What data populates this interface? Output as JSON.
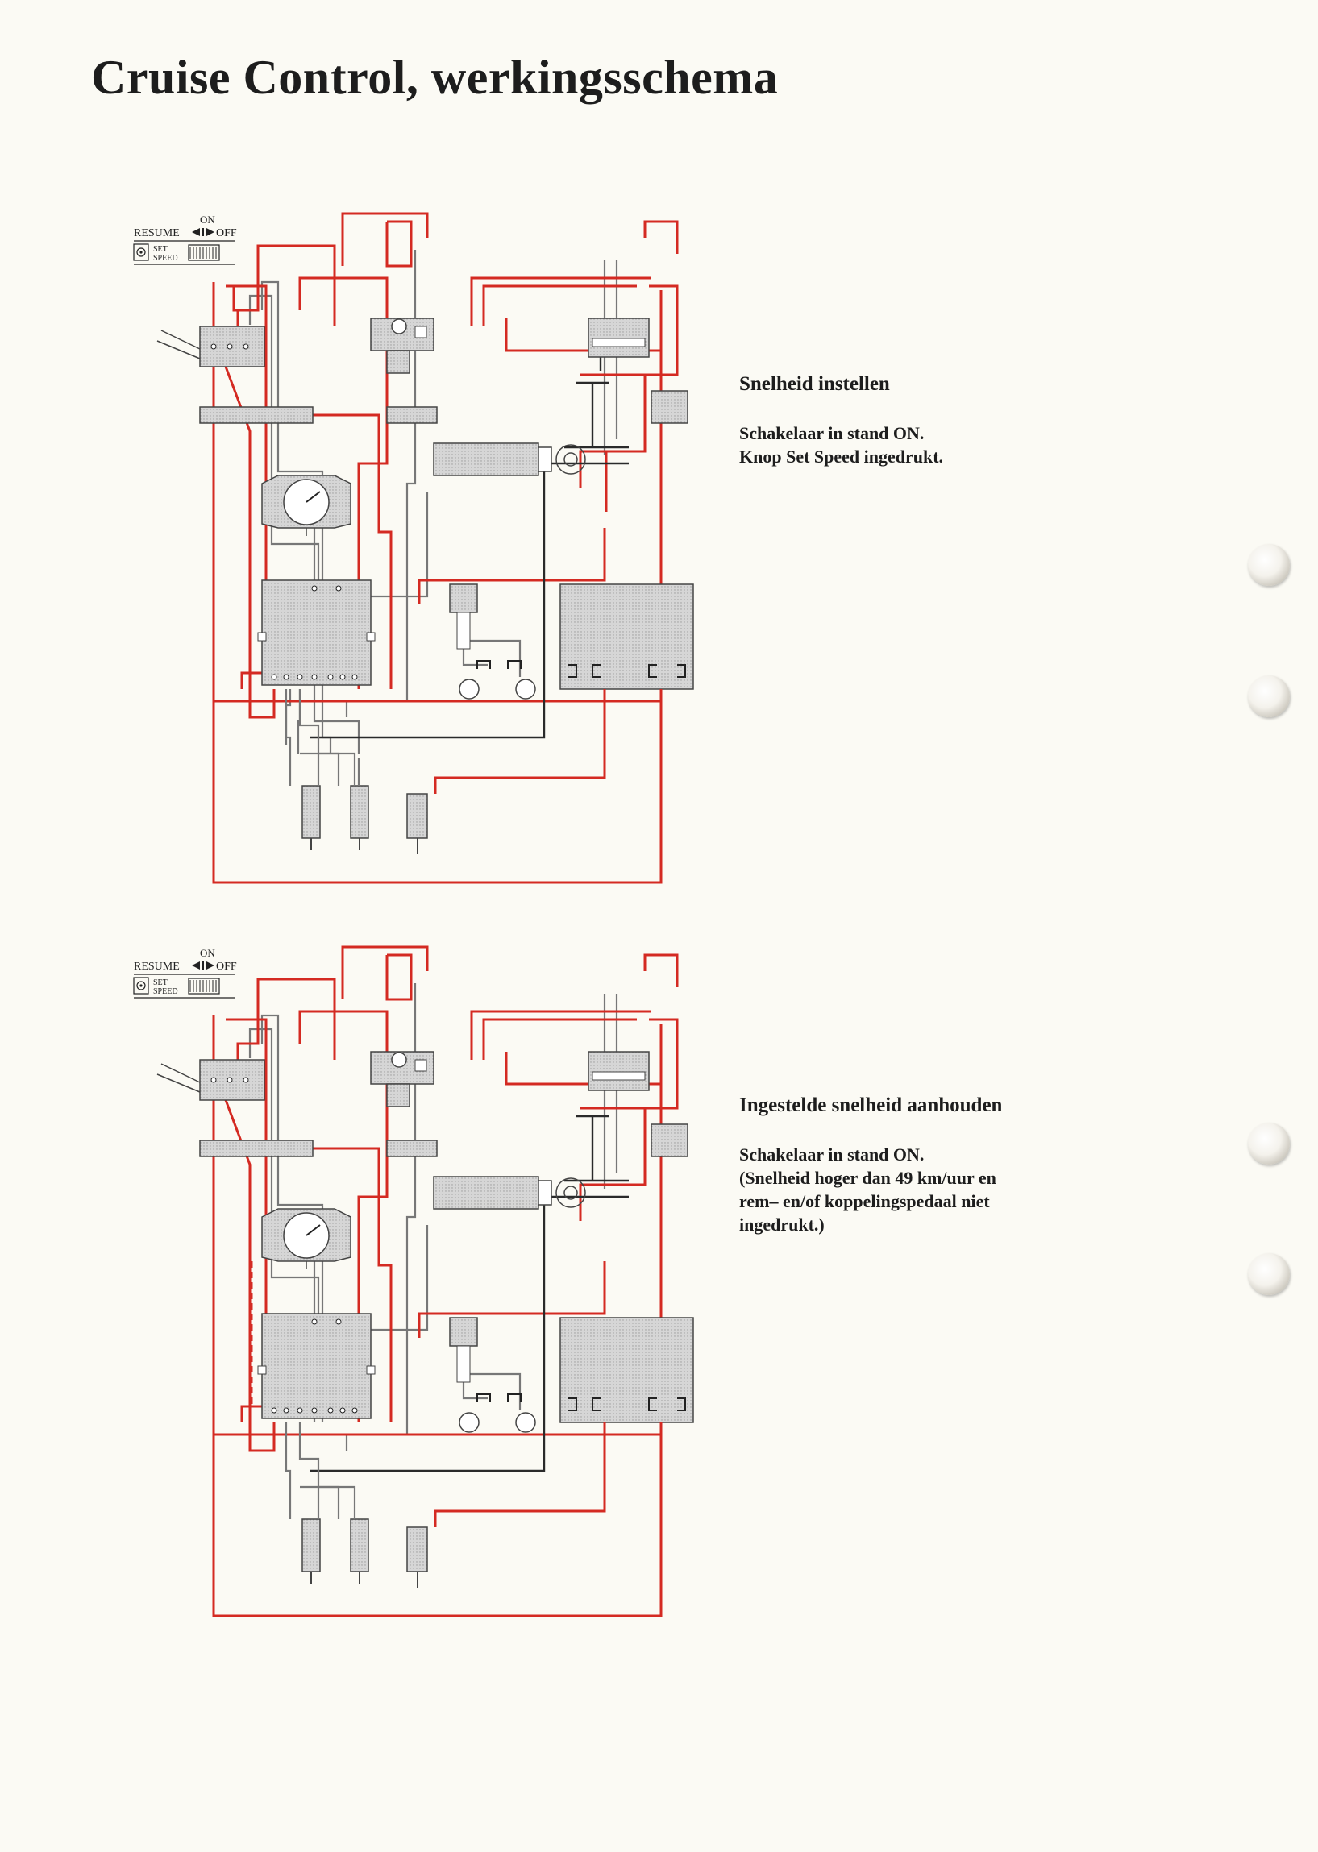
{
  "page": {
    "title": "Cruise Control, werkingsschema"
  },
  "control_switch": {
    "on_label": "ON",
    "resume_label": "RESUME",
    "off_label": "OFF",
    "set_label": "SET",
    "speed_label": "SPEED"
  },
  "sections": [
    {
      "heading": "Snelheid instellen",
      "lines": [
        "Schakelaar in stand ON.",
        "Knop Set Speed ingedrukt."
      ]
    },
    {
      "heading": "Ingestelde snelheid aanhouden",
      "lines": [
        "Schakelaar in stand ON.",
        "(Snelheid hoger dan 49 km/uur en",
        "rem– en/of koppelingspedaal niet",
        "ingedrukt.)"
      ]
    }
  ],
  "colors": {
    "live_wire": "#d42a22",
    "neutral_wire": "#777777",
    "ground_wire": "#2a2a2a",
    "component_fill": "#cfcfcf"
  }
}
